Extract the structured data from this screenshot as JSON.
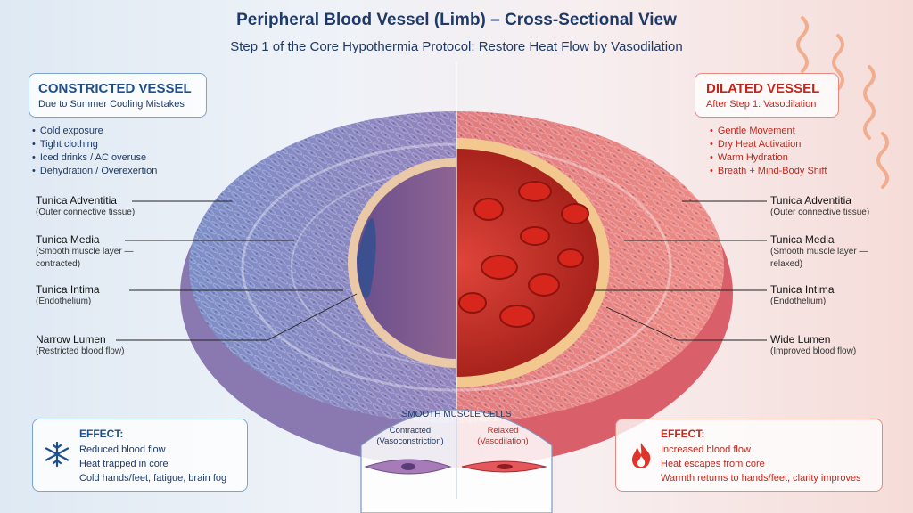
{
  "title": "Peripheral Blood Vessel (Limb) – Cross-Sectional View",
  "subtitle": "Step 1 of the Core Hypothermia Protocol: Restore Heat Flow by Vasodilation",
  "left": {
    "heading": "CONSTRICTED VESSEL",
    "subheading": "Due to Summer Cooling Mistakes",
    "causes": [
      "Cold exposure",
      "Tight clothing",
      "Iced drinks / AC overuse",
      "Dehydration / Overexertion"
    ],
    "labels": [
      {
        "name": "Tunica Adventitia",
        "desc": "(Outer connective tissue)"
      },
      {
        "name": "Tunica Media",
        "desc": "(Smooth muscle layer — contracted)"
      },
      {
        "name": "Tunica Intima",
        "desc": "(Endothelium)"
      },
      {
        "name": "Narrow Lumen",
        "desc": "(Restricted blood flow)"
      }
    ],
    "effect": {
      "heading": "EFFECT:",
      "lines": [
        "Reduced blood flow",
        "Heat trapped in core",
        "Cold hands/feet, fatigue, brain fog"
      ],
      "icon": "snowflake-icon"
    }
  },
  "right": {
    "heading": "DILATED VESSEL",
    "subheading": "After Step 1: Vasodilation",
    "causes": [
      "Gentle Movement",
      "Dry Heat Activation",
      "Warm Hydration",
      "Breath + Mind-Body Shift"
    ],
    "labels": [
      {
        "name": "Tunica Adventitia",
        "desc": "(Outer connective tissue)"
      },
      {
        "name": "Tunica Media",
        "desc": "(Smooth muscle layer — relaxed)"
      },
      {
        "name": "Tunica Intima",
        "desc": "(Endothelium)"
      },
      {
        "name": "Wide Lumen",
        "desc": "(Improved blood flow)"
      }
    ],
    "effect": {
      "heading": "EFFECT:",
      "lines": [
        "Increased blood flow",
        "Heat escapes from core",
        "Warmth returns to hands/feet, clarity improves"
      ],
      "icon": "flame-icon"
    }
  },
  "cells": {
    "title": "SMOOTH MUSCLE CELLS",
    "contracted": {
      "label": "Contracted",
      "desc": "(Vasoconstriction)"
    },
    "relaxed": {
      "label": "Relaxed",
      "desc": "(Vasodilation)"
    }
  },
  "colors": {
    "cold": "#1f4e8c",
    "warm": "#c0281e",
    "vessel_cold": "#9b7fb8",
    "vessel_warm": "#e2695f"
  }
}
